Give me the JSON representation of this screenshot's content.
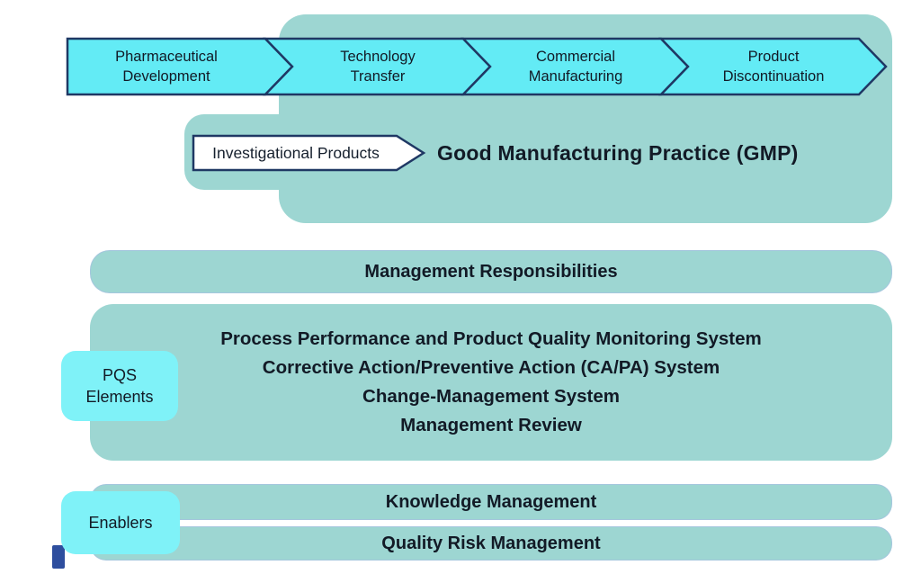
{
  "lifecycle": {
    "stages": [
      {
        "line1": "Pharmaceutical",
        "line2": "Development"
      },
      {
        "line1": "Technology",
        "line2": "Transfer"
      },
      {
        "line1": "Commercial",
        "line2": "Manufacturing"
      },
      {
        "line1": "Product",
        "line2": "Discontinuation"
      }
    ]
  },
  "gmp": {
    "investigational_label": "Investigational Products",
    "gmp_label": "Good Manufacturing Practice (GMP)"
  },
  "management_responsibilities": "Management Responsibilities",
  "pqs": {
    "side_label_line1": "PQS",
    "side_label_line2": "Elements",
    "elements": [
      "Process Performance and Product Quality Monitoring System",
      "Corrective Action/Preventive Action (CA/PA) System",
      "Change-Management System",
      "Management Review"
    ]
  },
  "enablers": {
    "side_label": "Enablers",
    "items": [
      "Knowledge Management",
      "Quality Risk Management"
    ]
  },
  "colors": {
    "chevron_fill": "#63ebf5",
    "chevron_border": "#1f3864",
    "teal_panel": "#9dd6d2",
    "cyan_label": "#7ff2f8",
    "text": "#121a26"
  }
}
